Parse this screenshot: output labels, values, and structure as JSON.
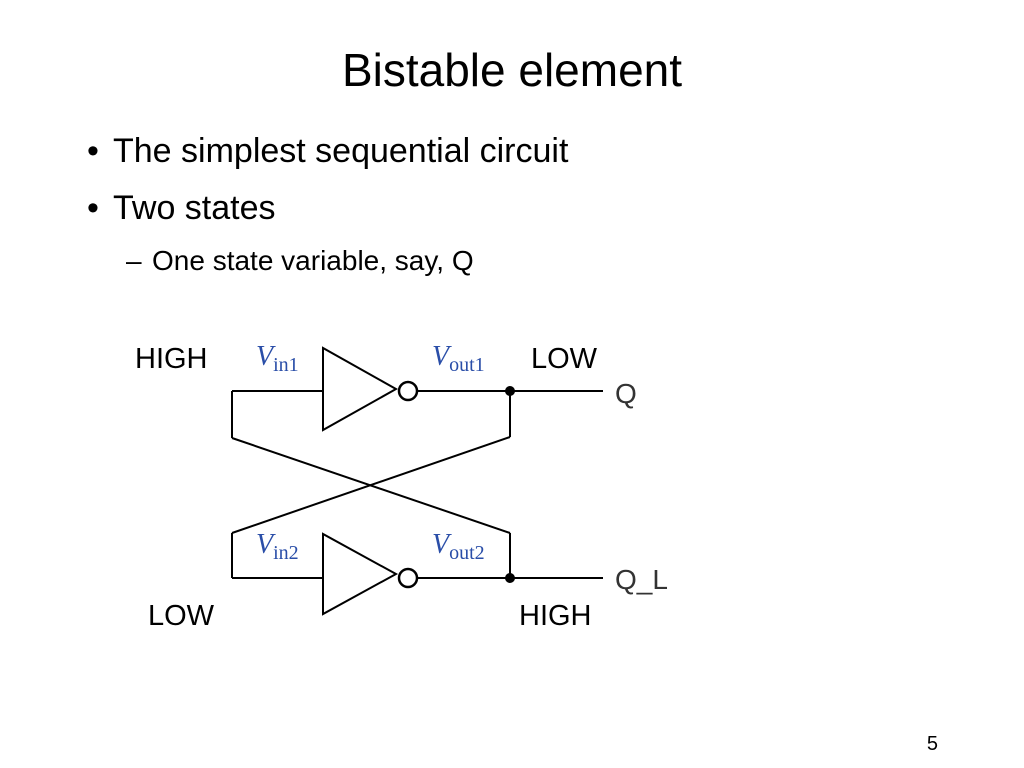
{
  "slide": {
    "title": "Bistable element",
    "bullets": [
      {
        "mark": "•",
        "text": "The simplest sequential circuit"
      },
      {
        "mark": "•",
        "text": "Two states"
      },
      {
        "mark": "–",
        "text": "One state variable, say, Q"
      }
    ],
    "page_number": "5"
  },
  "circuit": {
    "levels": {
      "in1": "HIGH",
      "out1": "LOW",
      "in2": "LOW",
      "out2": "HIGH"
    },
    "signals": {
      "vin1_symbol": "V",
      "vin1_sub": "in1",
      "vout1_symbol": "V",
      "vout1_sub": "out1",
      "vin2_symbol": "V",
      "vin2_sub": "in2",
      "vout2_symbol": "V",
      "vout2_sub": "out2"
    },
    "outputs": {
      "q": "Q",
      "q_l": "Q_L"
    }
  }
}
